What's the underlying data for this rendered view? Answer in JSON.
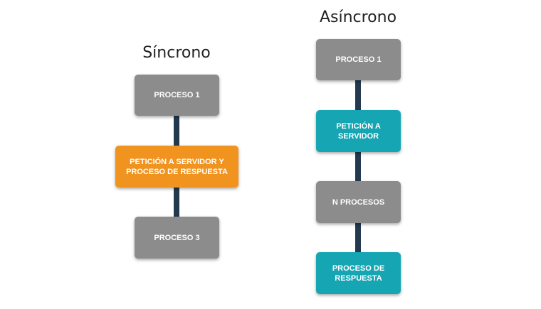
{
  "sync": {
    "title": "Síncrono",
    "steps": [
      {
        "label": "PROCESO 1",
        "color": "#8c8c8c"
      },
      {
        "label": "PETICIÓN A SERVIDOR Y\nPROCESO DE RESPUESTA",
        "color": "#f0931f"
      },
      {
        "label": "PROCESO 3",
        "color": "#8c8c8c"
      }
    ]
  },
  "async": {
    "title": "Asíncrono",
    "steps": [
      {
        "label": "PROCESO 1",
        "color": "#8c8c8c"
      },
      {
        "label": "PETICIÓN A\nSERVIDOR",
        "color": "#16a5b3"
      },
      {
        "label": "N PROCESOS",
        "color": "#8c8c8c"
      },
      {
        "label": "PROCESO DE\nRESPUESTA",
        "color": "#16a5b3"
      }
    ]
  },
  "colors": {
    "connector": "#22394f",
    "gray": "#8c8c8c",
    "orange": "#f0931f",
    "teal": "#16a5b3"
  }
}
